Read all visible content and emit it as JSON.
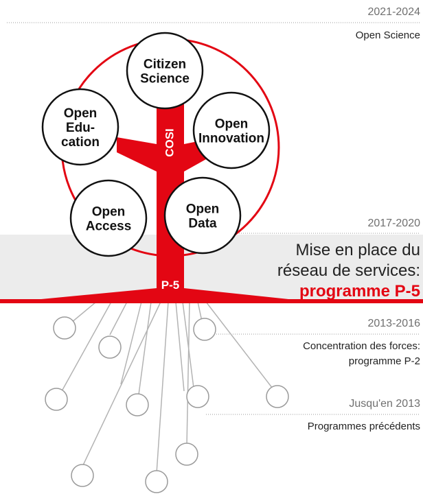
{
  "colors": {
    "accent": "#e30613",
    "band": "#ececec",
    "roots": "#b3b3b3",
    "dots": "#9a9a9a"
  },
  "tree": {
    "circles": [
      {
        "lines": [
          "Citizen",
          "Science"
        ]
      },
      {
        "lines": [
          "Open",
          "Innovation"
        ]
      },
      {
        "lines": [
          "Open",
          "Edu-",
          "cation"
        ]
      },
      {
        "lines": [
          "Open",
          "Access"
        ]
      },
      {
        "lines": [
          "Open",
          "Data"
        ]
      }
    ],
    "trunk_label": "COSI",
    "base_label": "P-5"
  },
  "timeline": [
    {
      "period": "2021-2024",
      "description": [
        "Open Science"
      ]
    },
    {
      "period": "2017-2020",
      "description": [
        "Mise en place du",
        "réseau de services:"
      ],
      "highlight": "programme P-5"
    },
    {
      "period": "2013-2016",
      "description": [
        "Concentration des forces:",
        "programme P-2"
      ]
    },
    {
      "period": "Jusqu'en 2013",
      "description": [
        "Programmes précédents"
      ]
    }
  ]
}
